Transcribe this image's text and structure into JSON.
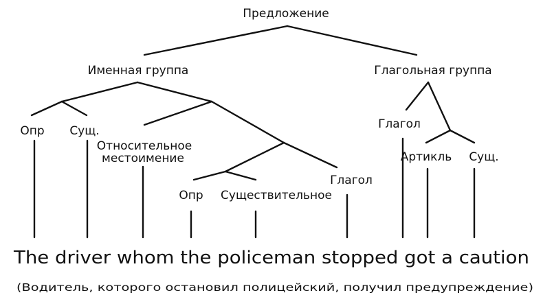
{
  "tree": {
    "root": "Предложение",
    "noun_phrase": "Именная группа",
    "verb_phrase": "Глагольная группа",
    "np_det": "Опр",
    "np_noun": "Сущ.",
    "rel_pronoun_line1": "Относительное",
    "rel_pronoun_line2": "местоимение",
    "inner_det": "Опр",
    "inner_noun": "Существительное",
    "inner_verb": "Глагол",
    "vp_verb": "Глагол",
    "vp_article": "Артикль",
    "vp_noun": "Сущ."
  },
  "sentence": "The driver whom the policeman stopped got a caution",
  "translation": "(Водитель, которого остановил полицейский, получил предупреждение)"
}
